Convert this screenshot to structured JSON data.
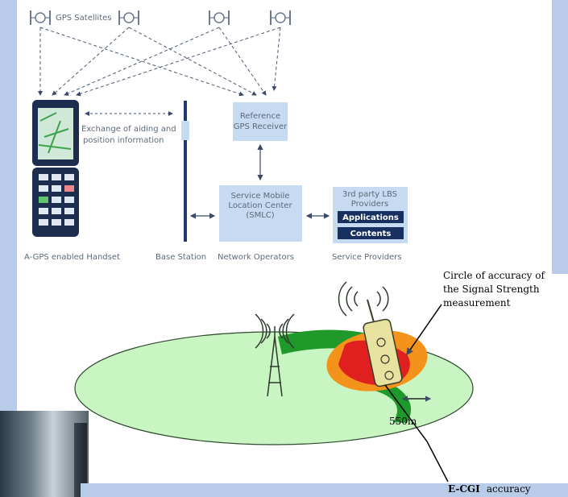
{
  "gps": {
    "satellites_label": "GPS Satellites",
    "exchange_line1": "Exchange of aiding and",
    "exchange_line2": "position information",
    "reference_line1": "Reference",
    "reference_line2": "GPS Receiver",
    "smlc_line1": "Service Mobile",
    "smlc_line2": "Location Center",
    "smlc_line3": "(SMLC)",
    "lbs_line1": "3rd party LBS",
    "lbs_line2": "Providers",
    "applications": "Applications",
    "contents": "Contents",
    "handset_caption": "A-GPS enabled Handset",
    "base_station_caption": "Base Station",
    "network_caption": "Network Operators",
    "providers_caption": "Service Providers"
  },
  "ecgi": {
    "circle_line1": "Circle of accuracy of",
    "circle_line2": "the Signal Strength",
    "circle_line3": "measurement",
    "distance": "550m",
    "ecgi_bold": "E-CGI",
    "ecgi_rest": "accuracy"
  },
  "colors": {
    "box_fill": "#c6daf2",
    "dark_box": "#17305f",
    "ellipse_fill": "#c9f5c2",
    "band_green": "#1f9a2a",
    "orange": "#f3931c",
    "red": "#e0201f"
  }
}
